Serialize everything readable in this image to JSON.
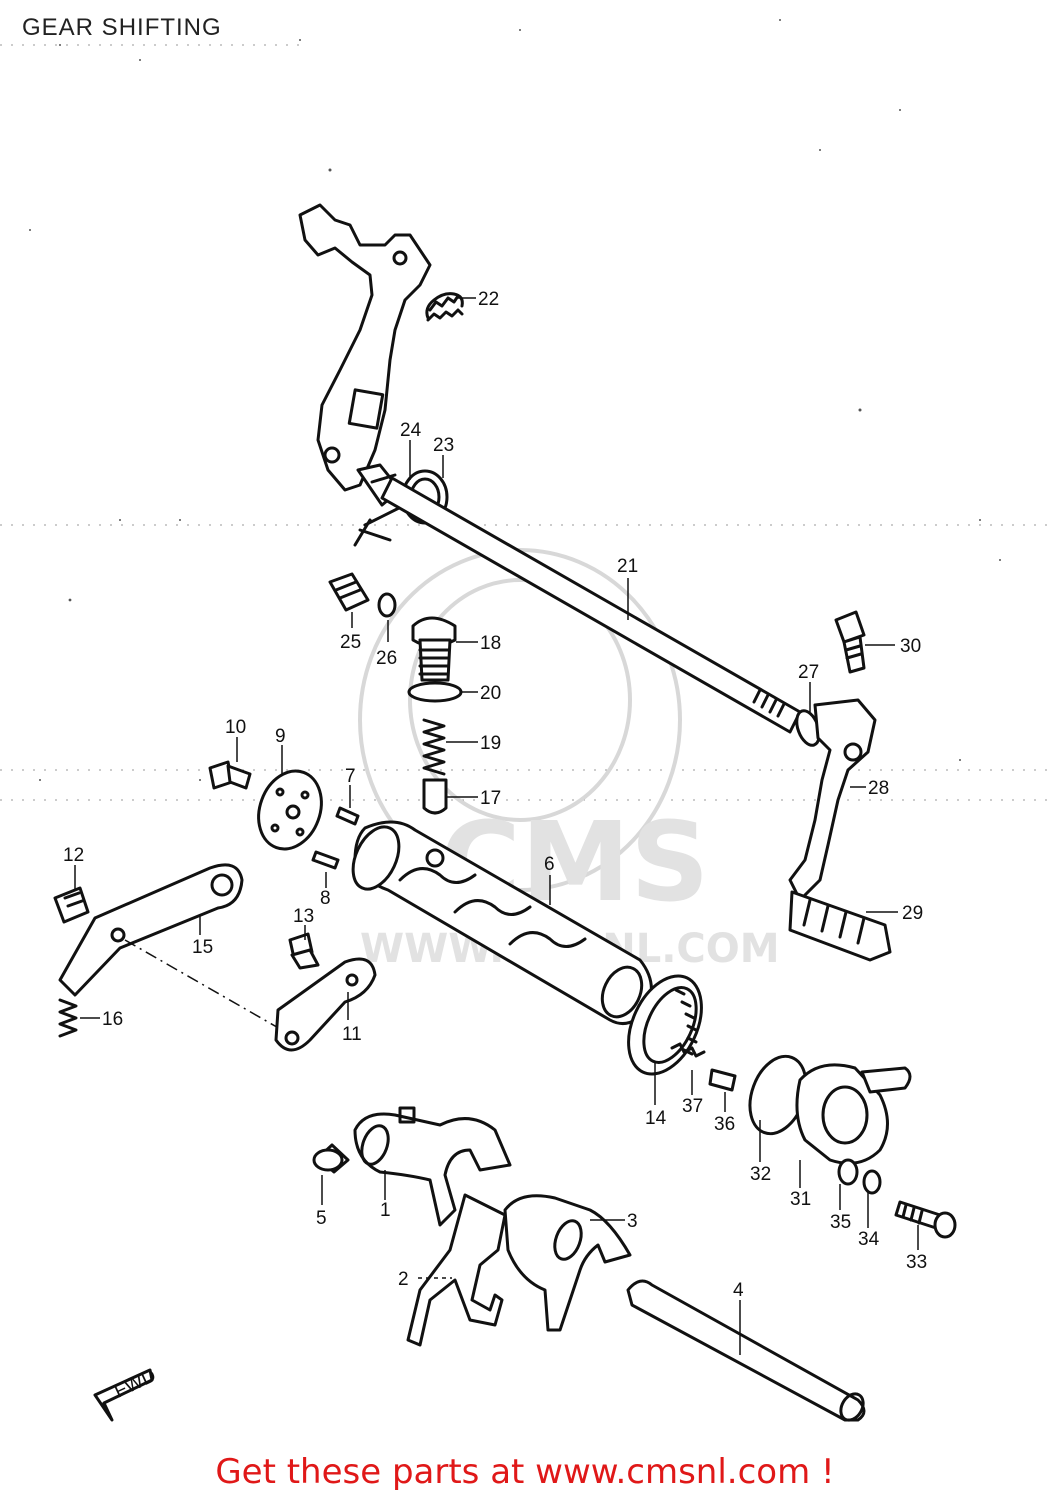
{
  "title": "GEAR SHIFTING",
  "footer": "Get these parts at www.cmsnl.com !",
  "watermark": {
    "logo_text": "CMS",
    "url_text": "WWW.CMSNL.COM"
  },
  "fwd_label": "FWD",
  "callouts": [
    {
      "id": "c1",
      "label": "1"
    },
    {
      "id": "c2",
      "label": "2"
    },
    {
      "id": "c3",
      "label": "3"
    },
    {
      "id": "c4",
      "label": "4"
    },
    {
      "id": "c5",
      "label": "5"
    },
    {
      "id": "c6",
      "label": "6"
    },
    {
      "id": "c7",
      "label": "7"
    },
    {
      "id": "c8",
      "label": "8"
    },
    {
      "id": "c9",
      "label": "9"
    },
    {
      "id": "c10",
      "label": "10"
    },
    {
      "id": "c11",
      "label": "11"
    },
    {
      "id": "c12",
      "label": "12"
    },
    {
      "id": "c13",
      "label": "13"
    },
    {
      "id": "c14",
      "label": "14"
    },
    {
      "id": "c15",
      "label": "15"
    },
    {
      "id": "c16",
      "label": "16"
    },
    {
      "id": "c17",
      "label": "17"
    },
    {
      "id": "c18",
      "label": "18"
    },
    {
      "id": "c19",
      "label": "19"
    },
    {
      "id": "c20",
      "label": "20"
    },
    {
      "id": "c21",
      "label": "21"
    },
    {
      "id": "c22",
      "label": "22"
    },
    {
      "id": "c23",
      "label": "23"
    },
    {
      "id": "c24",
      "label": "24"
    },
    {
      "id": "c25",
      "label": "25"
    },
    {
      "id": "c26",
      "label": "26"
    },
    {
      "id": "c27",
      "label": "27"
    },
    {
      "id": "c28",
      "label": "28"
    },
    {
      "id": "c29",
      "label": "29"
    },
    {
      "id": "c30",
      "label": "30"
    },
    {
      "id": "c31",
      "label": "31"
    },
    {
      "id": "c32",
      "label": "32"
    },
    {
      "id": "c33",
      "label": "33"
    },
    {
      "id": "c34",
      "label": "34"
    },
    {
      "id": "c35",
      "label": "35"
    },
    {
      "id": "c36",
      "label": "36"
    },
    {
      "id": "c37",
      "label": "37"
    }
  ]
}
